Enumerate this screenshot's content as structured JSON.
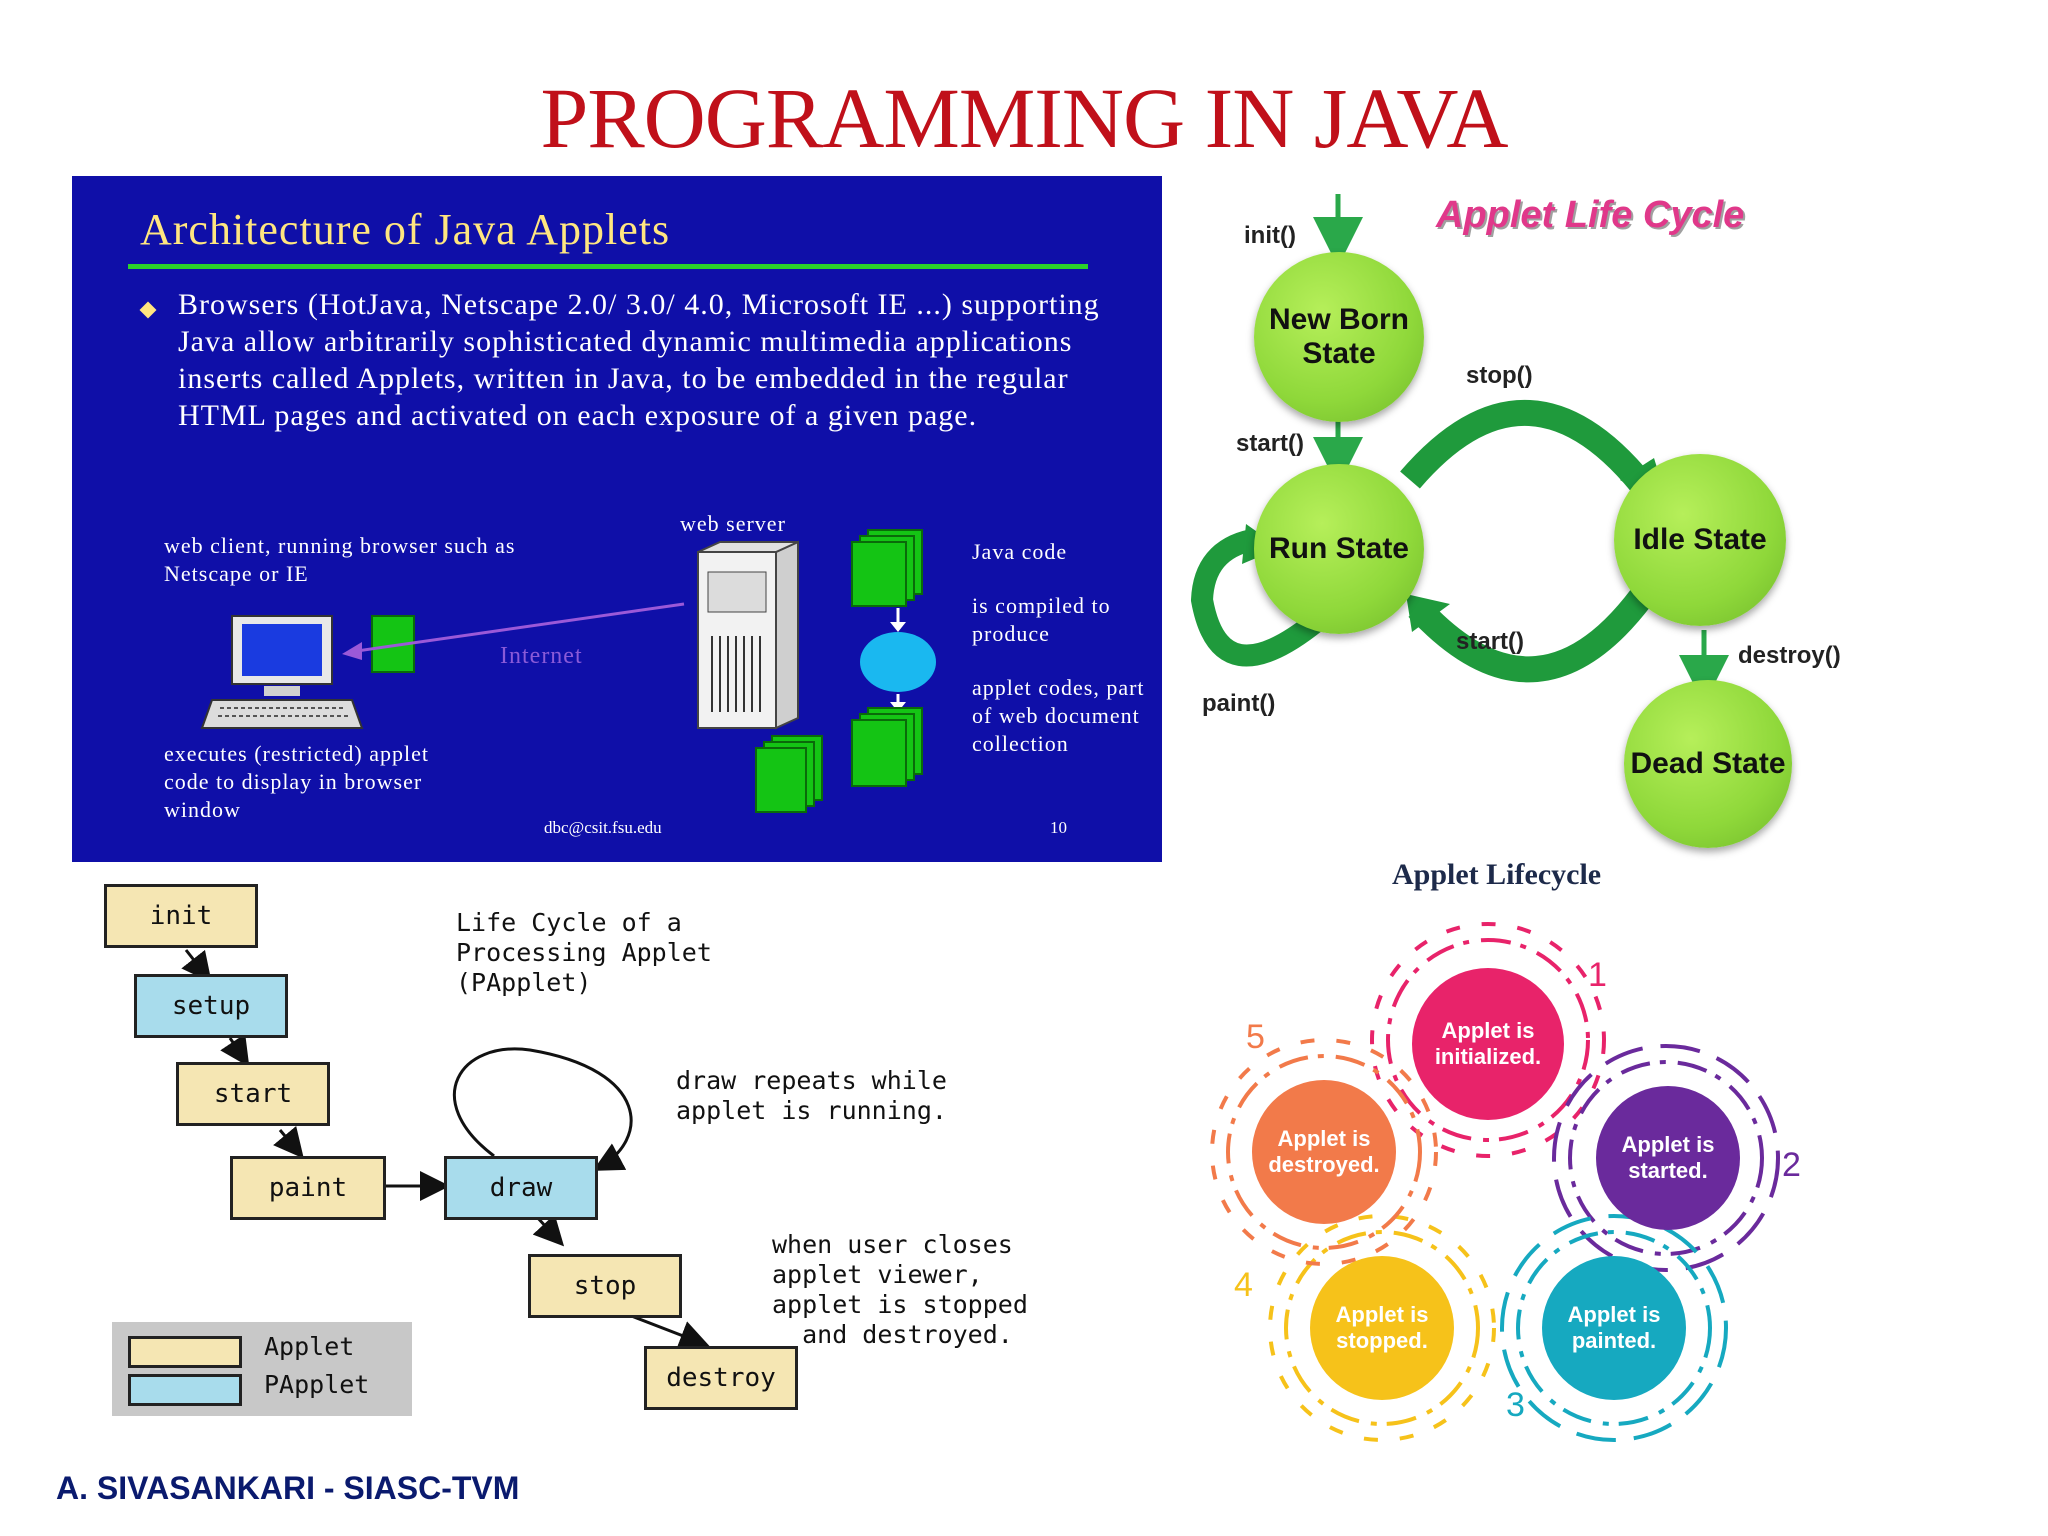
{
  "title": "PROGRAMMING IN JAVA",
  "slide": {
    "heading": "Architecture of Java Applets",
    "bullet": "Browsers (HotJava, Netscape 2.0/ 3.0/ 4.0, Microsoft IE ...) supporting Java allow arbitrarily sophisticated dynamic multimedia applications inserts called Applets, written in Java, to be embedded in the regular HTML pages and activated on each exposure of a given page.",
    "web_client": "web client, running browser such as Netscape or IE",
    "web_server": "web server",
    "internet": "Internet",
    "java_code": "Java code",
    "compiled": "is compiled to produce",
    "applet_codes": "applet codes, part of web document collection",
    "executes": "executes (restricted) applet code to display in browser window",
    "email": "dbc@csit.fsu.edu",
    "page_no": "10"
  },
  "lifecycle": {
    "title": "Applet Life Cycle",
    "states": {
      "new_born": "New Born State",
      "run": "Run State",
      "idle": "Idle State",
      "dead": "Dead State"
    },
    "methods": {
      "init": "init()",
      "start1": "start()",
      "stop": "stop()",
      "start2": "start()",
      "destroy": "destroy()",
      "paint": "paint()"
    }
  },
  "papplet": {
    "boxes": {
      "init": "init",
      "setup": "setup",
      "start": "start",
      "paint": "paint",
      "draw": "draw",
      "stop": "stop",
      "destroy": "destroy"
    },
    "caption": "Life Cycle of a\nProcessing Applet\n(PApplet)",
    "draw_note": "draw repeats while\napplet is running.",
    "close_note": "when user closes\napplet viewer,\napplet is stopped\n  and destroyed.",
    "legend": {
      "applet": "Applet",
      "papplet": "PApplet"
    }
  },
  "colorful": {
    "title": "Applet Lifecycle",
    "items": [
      {
        "text": "Applet is initialized.",
        "num": "1",
        "color": "#e8236a"
      },
      {
        "text": "Applet is started.",
        "num": "2",
        "color": "#6a2a9c"
      },
      {
        "text": "Applet is painted.",
        "num": "3",
        "color": "#16a9c0"
      },
      {
        "text": "Applet is stopped.",
        "num": "4",
        "color": "#f6c21a"
      },
      {
        "text": "Applet is destroyed.",
        "num": "5",
        "color": "#f27a4a"
      }
    ]
  },
  "footer": "A. SIVASANKARI - SIASC-TVM"
}
